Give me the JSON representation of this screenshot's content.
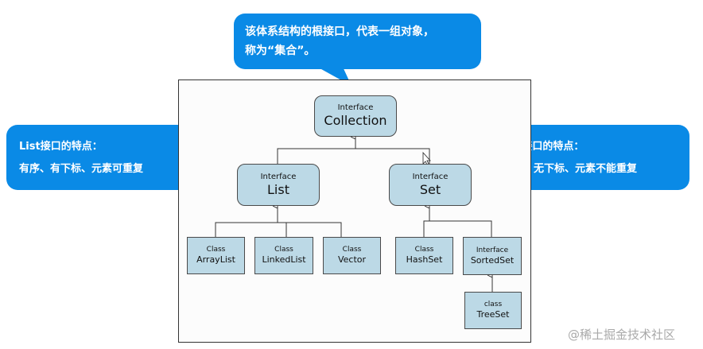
{
  "callouts": {
    "top": {
      "line1": "该体系结构的根接口，代表一组对象，",
      "line2": "称为“集合”。"
    },
    "left": {
      "line1": "List接口的特点：",
      "line2": "有序、有下标、元素可重复"
    },
    "right": {
      "line1": "Set接口的特点：",
      "line2": "无序、无下标、元素不能重复"
    }
  },
  "nodes": {
    "collection": {
      "kind": "Interface",
      "name": "Collection"
    },
    "list": {
      "kind": "Interface",
      "name": "List"
    },
    "set": {
      "kind": "Interface",
      "name": "Set"
    },
    "arraylist": {
      "kind": "Class",
      "name": "ArrayList"
    },
    "linkedlist": {
      "kind": "Class",
      "name": "LinkedList"
    },
    "vector": {
      "kind": "Class",
      "name": "Vector"
    },
    "hashset": {
      "kind": "Class",
      "name": "HashSet"
    },
    "sortedset": {
      "kind": "Interface",
      "name": "SortedSet"
    },
    "treeset": {
      "kind": "class",
      "name": "TreeSet"
    }
  },
  "watermark": "@稀土掘金技术社区",
  "colors": {
    "callout": "#0a8ae6",
    "node_fill": "#bcd9e6",
    "node_border": "#4a4a4a"
  }
}
